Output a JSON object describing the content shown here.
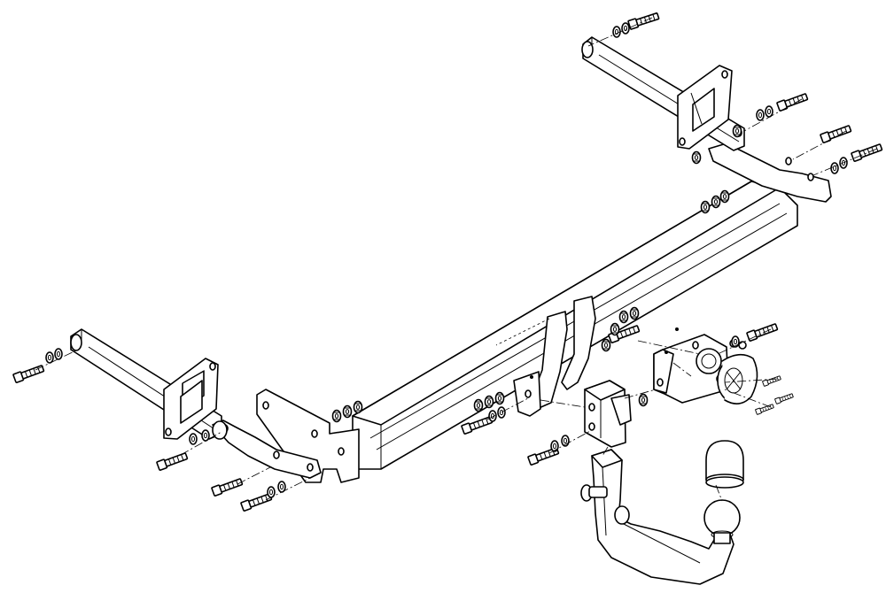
{
  "drawing": {
    "line_color": "#000000",
    "background": "#ffffff",
    "parts": [
      {
        "id": "crossbar",
        "name": "main-crossbar"
      },
      {
        "id": "left-arm",
        "name": "left-side-arm"
      },
      {
        "id": "right-arm",
        "name": "right-side-arm"
      },
      {
        "id": "ball-neck",
        "name": "detachable-towball-neck"
      },
      {
        "id": "ball-cover",
        "name": "towball-cover-cap"
      },
      {
        "id": "socket",
        "name": "electrical-socket"
      },
      {
        "id": "socket-bracket",
        "name": "socket-bracket"
      },
      {
        "id": "receiver",
        "name": "neck-receiver-housing"
      },
      {
        "id": "fasteners",
        "name": "bolts-washers-nuts"
      }
    ]
  }
}
